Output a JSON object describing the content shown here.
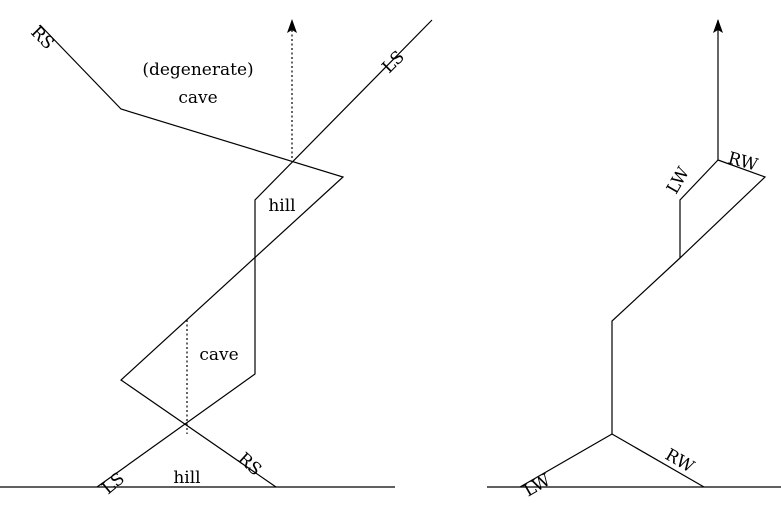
{
  "left_figure": {
    "labels": {
      "rs_top": "RS",
      "ls_top": "LS",
      "degenerate_line1": "(degenerate)",
      "degenerate_line2": "cave",
      "hill_upper": "hill",
      "cave_lower": "cave",
      "hill_bottom": "hill",
      "ls_bottom": "LS",
      "rs_bottom": "RS"
    }
  },
  "right_figure": {
    "labels": {
      "lw_top": "LW",
      "rw_top": "RW",
      "lw_bottom": "LW",
      "rw_bottom": "RW"
    }
  },
  "colors": {
    "line": "#000000",
    "background": "#ffffff"
  }
}
